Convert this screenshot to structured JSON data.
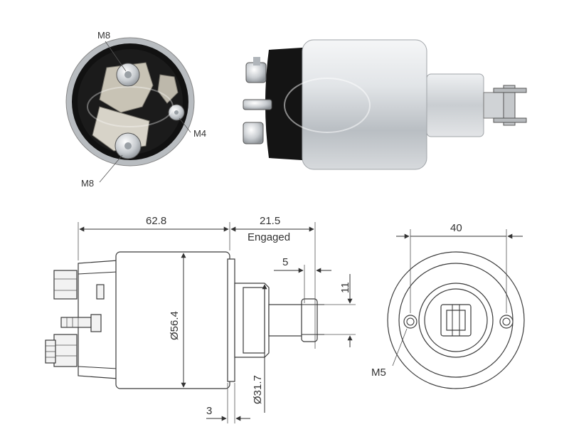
{
  "photo_labels": {
    "terminal_top": "M8",
    "terminal_small": "M4",
    "terminal_bottom": "M8"
  },
  "dimensions": {
    "body_length": "62.8",
    "plunger_travel": "21.5",
    "plunger_state": "Engaged",
    "fork_offset": "5",
    "fork_width": "11",
    "body_diameter": "Ø56.4",
    "nose_diameter": "Ø31.7",
    "flange_thickness": "3",
    "mount_spacing": "40",
    "mount_thread": "M5"
  },
  "colors": {
    "line": "#333333",
    "photo_body": "#d9dde0",
    "photo_cap": "#1a1a1a"
  }
}
